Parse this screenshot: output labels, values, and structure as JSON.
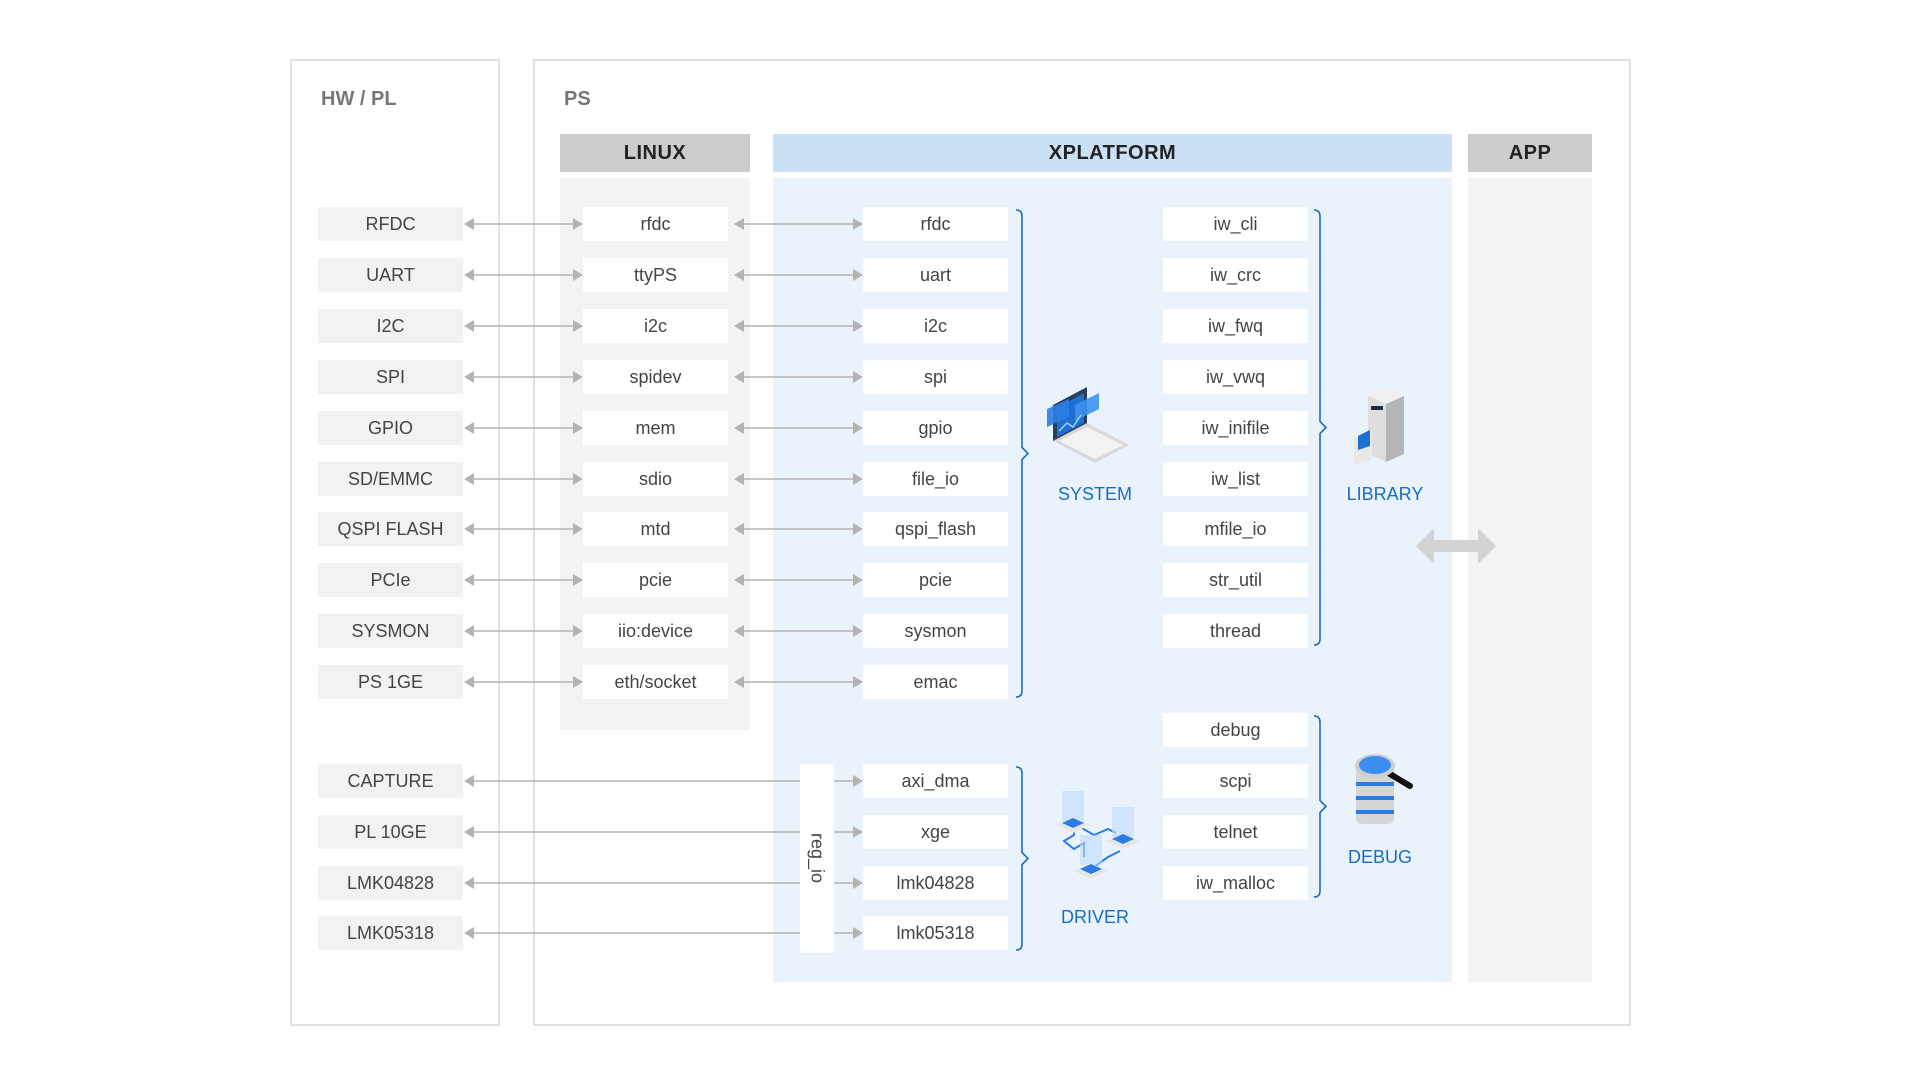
{
  "frames": {
    "hw_pl": "HW / PL",
    "ps": "PS"
  },
  "headers": {
    "linux": "LINUX",
    "xplatform": "XPLATFORM",
    "app": "APP"
  },
  "hw_items": [
    "RFDC",
    "UART",
    "I2C",
    "SPI",
    "GPIO",
    "SD/EMMC",
    "QSPI FLASH",
    "PCIe",
    "SYSMON",
    "PS 1GE"
  ],
  "hw_pl_items": [
    "CAPTURE",
    "PL 10GE",
    "LMK04828",
    "LMK05318"
  ],
  "linux_items": [
    "rfdc",
    "ttyPS",
    "i2c",
    "spidev",
    "mem",
    "sdio",
    "mtd",
    "pcie",
    "iio:device",
    "eth/socket"
  ],
  "system_items": [
    "rfdc",
    "uart",
    "i2c",
    "spi",
    "gpio",
    "file_io",
    "qspi_flash",
    "pcie",
    "sysmon",
    "emac"
  ],
  "driver_items": [
    "axi_dma",
    "xge",
    "lmk04828",
    "lmk05318"
  ],
  "reg_io": "reg_io",
  "library_items": [
    "iw_cli",
    "iw_crc",
    "iw_fwq",
    "iw_vwq",
    "iw_inifile",
    "iw_list",
    "mfile_io",
    "str_util",
    "thread"
  ],
  "debug_items": [
    "debug",
    "scpi",
    "telnet",
    "iw_malloc"
  ],
  "groups": {
    "system": "SYSTEM",
    "driver": "DRIVER",
    "library": "LIBRARY",
    "debug": "DEBUG"
  },
  "colors": {
    "accent": "#1a6ec0",
    "xplatform_header": "#c9e0f5",
    "xplatform_body": "#eaf3fc",
    "gray_header": "#cccccc",
    "gray_body": "#f3f3f3",
    "arrow": "#b3b3b3"
  }
}
